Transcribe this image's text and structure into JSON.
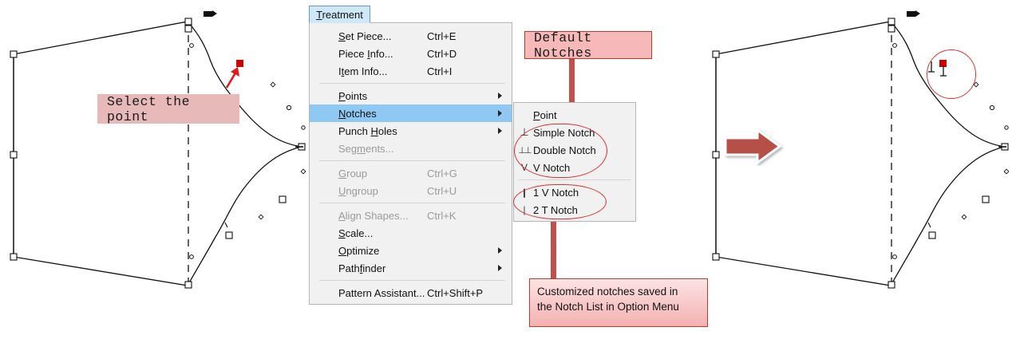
{
  "app": {
    "menubar": {
      "treatment_label": "Treatment",
      "treatment_mnemonic": "T"
    }
  },
  "menu": {
    "title": "Treatment",
    "items": [
      {
        "label": "Set Piece...",
        "accel": "Ctrl+E",
        "state": "normal",
        "submenu": false,
        "name": "set-piece"
      },
      {
        "label": "Piece Info...",
        "accel": "Ctrl+D",
        "state": "normal",
        "submenu": false,
        "name": "piece-info"
      },
      {
        "label": "Item Info...",
        "accel": "Ctrl+I",
        "state": "normal",
        "submenu": false,
        "name": "item-info"
      },
      {
        "label": "SEPARATOR",
        "accel": "",
        "state": "sep",
        "submenu": false,
        "name": "sep-1"
      },
      {
        "label": "Points",
        "accel": "",
        "state": "normal",
        "submenu": true,
        "name": "points"
      },
      {
        "label": "Notches",
        "accel": "",
        "state": "selected",
        "submenu": true,
        "name": "notches"
      },
      {
        "label": "Punch Holes",
        "accel": "",
        "state": "normal",
        "submenu": true,
        "name": "punch-holes"
      },
      {
        "label": "Segments...",
        "accel": "",
        "state": "disabled",
        "submenu": false,
        "name": "segments"
      },
      {
        "label": "SEPARATOR",
        "accel": "",
        "state": "sep",
        "submenu": false,
        "name": "sep-2"
      },
      {
        "label": "Group",
        "accel": "Ctrl+G",
        "state": "disabled",
        "submenu": false,
        "name": "group"
      },
      {
        "label": "Ungroup",
        "accel": "Ctrl+U",
        "state": "disabled",
        "submenu": false,
        "name": "ungroup"
      },
      {
        "label": "SEPARATOR",
        "accel": "",
        "state": "sep",
        "submenu": false,
        "name": "sep-3"
      },
      {
        "label": "Align Shapes...",
        "accel": "Ctrl+K",
        "state": "disabled",
        "submenu": false,
        "name": "align-shapes"
      },
      {
        "label": "Scale...",
        "accel": "",
        "state": "normal",
        "submenu": false,
        "name": "scale"
      },
      {
        "label": "Optimize",
        "accel": "",
        "state": "normal",
        "submenu": true,
        "name": "optimize"
      },
      {
        "label": "Pathfinder",
        "accel": "",
        "state": "normal",
        "submenu": true,
        "name": "pathfinder"
      },
      {
        "label": "SEPARATOR",
        "accel": "",
        "state": "sep",
        "submenu": false,
        "name": "sep-4"
      },
      {
        "label": "Pattern Assistant...",
        "accel": "Ctrl+Shift+P",
        "state": "normal",
        "submenu": false,
        "name": "pattern-assistant"
      }
    ]
  },
  "submenu": {
    "parent": "Notches",
    "items": [
      {
        "label": "Point",
        "glyph": "",
        "group": "point",
        "name": "point"
      },
      {
        "label": "Simple Notch",
        "glyph": "⊥",
        "group": "default",
        "name": "simple-notch"
      },
      {
        "label": "Double Notch",
        "glyph": "⊥⊥",
        "group": "default",
        "name": "double-notch"
      },
      {
        "label": "V Notch",
        "glyph": "V",
        "group": "default",
        "name": "v-notch"
      },
      {
        "label": "SEPARATOR",
        "glyph": "",
        "group": "sep",
        "name": "sep-sub"
      },
      {
        "label": "1 V Notch",
        "glyph": "❙",
        "group": "custom",
        "name": "one-v-notch"
      },
      {
        "label": "2 T Notch",
        "glyph": "❘",
        "group": "custom",
        "name": "two-t-notch"
      }
    ]
  },
  "annotations": {
    "select_point": "Select the point",
    "default_notches": "Default Notches",
    "customized_line1": "Customized notches saved in",
    "customized_line2": "the Notch List in Option Menu"
  },
  "colors": {
    "callout_pink_solid": "#e8b9b9",
    "callout_pink_bordered": "#f6b8b8",
    "annotation_red": "#e03030",
    "connector_red": "#c0504d",
    "arrow_red": "#b7504a",
    "menu_highlight_blue": "#8fc8f2",
    "menubar_blue": "#cfe8f7",
    "selected_point_red": "#cc0000",
    "pattern_outline": "#111111"
  },
  "patterns": {
    "left": {
      "name": "pattern-before",
      "selected_point": true,
      "notch_applied": false
    },
    "right": {
      "name": "pattern-after",
      "selected_point": true,
      "notch_applied": true,
      "notch_type": "Double Notch"
    }
  }
}
